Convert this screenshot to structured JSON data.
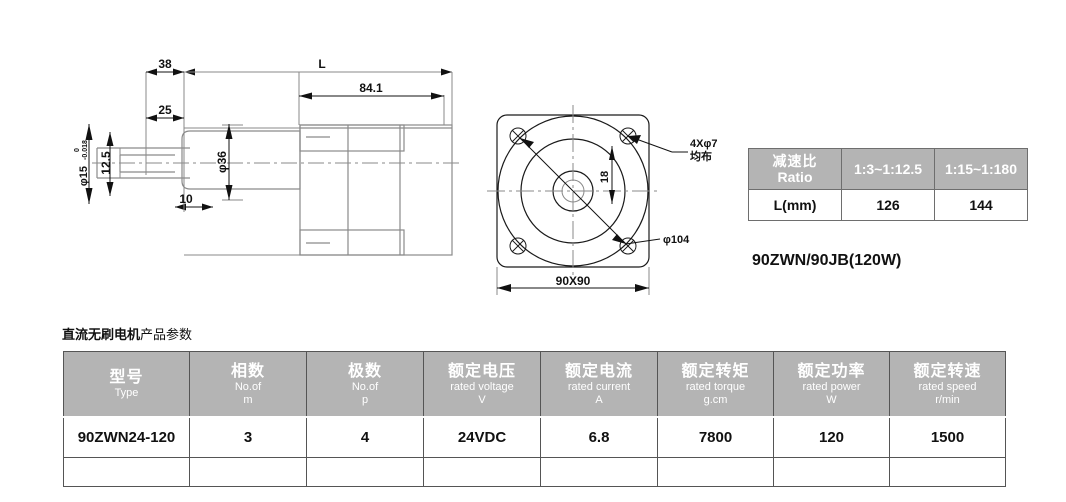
{
  "drawing": {
    "side_view": {
      "dims": [
        {
          "name": "dim-38",
          "label": "38"
        },
        {
          "name": "dim-25",
          "label": "25"
        },
        {
          "name": "dim-10",
          "label": "10"
        },
        {
          "name": "dim-12-5",
          "label": "12.5"
        },
        {
          "name": "dim-phi36",
          "label": "φ36"
        },
        {
          "name": "dim-phi15",
          "label": "φ15"
        },
        {
          "name": "tol-upper",
          "label": "0"
        },
        {
          "name": "tol-lower",
          "label": "-0.018"
        },
        {
          "name": "dim-L",
          "label": "L"
        },
        {
          "name": "dim-84-1",
          "label": "84.1"
        }
      ]
    },
    "front_view": {
      "dims": [
        {
          "name": "note-4x-phi7",
          "line1": "4Xφ7",
          "line2": "均布"
        },
        {
          "name": "dim-phi104",
          "label": "φ104"
        },
        {
          "name": "dim-18",
          "label": "18"
        },
        {
          "name": "dim-90x90",
          "label": "90X90"
        }
      ]
    }
  },
  "ratio_table": {
    "header": {
      "label_cn": "减速比",
      "label_en": "Ratio",
      "columns": [
        "1:3~1:12.5",
        "1:15~1:180"
      ]
    },
    "rows": [
      {
        "label": "L(mm)",
        "values": [
          "126",
          "144"
        ]
      }
    ]
  },
  "model_caption": "90ZWN/90JB(120W)",
  "spec_section": {
    "heading_bold": "直流无刷电机",
    "heading_tail": "产品参数",
    "columns": [
      {
        "cn": "型号",
        "en": "Type",
        "unit": ""
      },
      {
        "cn": "相数",
        "en": "No.of",
        "unit": "m"
      },
      {
        "cn": "极数",
        "en": "No.of",
        "unit": "p"
      },
      {
        "cn": "额定电压",
        "en": "rated voltage",
        "unit": "V"
      },
      {
        "cn": "额定电流",
        "en": "rated current",
        "unit": "A"
      },
      {
        "cn": "额定转矩",
        "en": "rated torque",
        "unit": "g.cm"
      },
      {
        "cn": "额定功率",
        "en": "rated power",
        "unit": "W"
      },
      {
        "cn": "额定转速",
        "en": "rated speed",
        "unit": "r/min"
      }
    ],
    "rows": [
      [
        "90ZWN24-120",
        "3",
        "4",
        "24VDC",
        "6.8",
        "7800",
        "120",
        "1500"
      ]
    ]
  },
  "colors": {
    "header_gray": "#b4b4b4",
    "header_text": "#ffffff",
    "line": "#555555",
    "drawing_line": "#1a1a1a",
    "drawing_thin": "#8a8a8a",
    "background": "#ffffff"
  }
}
